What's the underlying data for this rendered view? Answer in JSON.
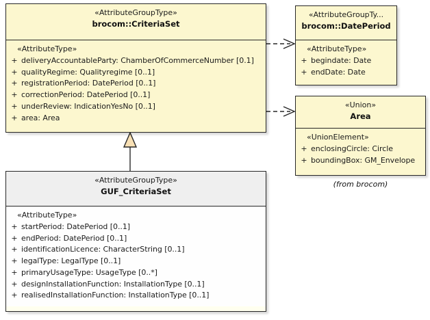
{
  "diagram": {
    "type": "uml-class-diagram",
    "background": "#ffffff",
    "colors": {
      "class_fill_yellow": "#fcf7cf",
      "class_fill_gray_header": "#efefef",
      "class_fill_white_body": "#fefefe",
      "border": "#262626",
      "generalization_triangle_fill": "#f8e0b4",
      "text": "#1a1a1a"
    }
  },
  "classes": {
    "criteria_set": {
      "stereotype": "«AttributeGroupType»",
      "name": "brocom::CriteriaSet",
      "compartment_stereotype": "«AttributeType»",
      "attributes": [
        {
          "visibility": "+",
          "text": "deliveryAccountableParty: ChamberOfCommerceNumber [0.1]"
        },
        {
          "visibility": "+",
          "text": "qualityRegime: Qualityregime [0..1]"
        },
        {
          "visibility": "+",
          "text": "registrationPeriod: DatePeriod [0..1]"
        },
        {
          "visibility": "+",
          "text": "correctionPeriod: DatePeriod [0..1]"
        },
        {
          "visibility": "+",
          "text": "underReview: IndicationYesNo [0..1]"
        },
        {
          "visibility": "+",
          "text": "area: Area"
        }
      ]
    },
    "date_period": {
      "stereotype": "«AttributeGroupTy...",
      "name": "brocom::DatePeriod",
      "compartment_stereotype": "«AttributeType»",
      "attributes": [
        {
          "visibility": "+",
          "text": "begindate: Date"
        },
        {
          "visibility": "+",
          "text": "endDate: Date"
        }
      ]
    },
    "area": {
      "stereotype": "«Union»",
      "name": "Area",
      "compartment_stereotype": "«UnionElement»",
      "attributes": [
        {
          "visibility": "+",
          "text": "enclosingCircle: Circle"
        },
        {
          "visibility": "+",
          "text": "boundingBox: GM_Envelope"
        }
      ],
      "caption": "(from brocom)"
    },
    "guf_criteria_set": {
      "stereotype": "«AttributeGroupType»",
      "name": "GUF_CriteriaSet",
      "compartment_stereotype": "«AttributeType»",
      "attributes": [
        {
          "visibility": "+",
          "text": "startPeriod: DatePeriod [0..1]"
        },
        {
          "visibility": "+",
          "text": "endPeriod: DatePeriod [0..1]"
        },
        {
          "visibility": "+",
          "text": "identificationLicence: CharacterString [0..1]"
        },
        {
          "visibility": "+",
          "text": "legalType: LegalType [0..1]"
        },
        {
          "visibility": "+",
          "text": "primaryUsageType: UsageType [0..*]"
        },
        {
          "visibility": "+",
          "text": "designInstallationFunction: InstallationType [0..1]"
        },
        {
          "visibility": "+",
          "text": "realisedInstallationFunction: InstallationType [0..1]"
        }
      ]
    }
  },
  "relationships": [
    {
      "kind": "generalization",
      "source": "guf_criteria_set",
      "target": "criteria_set",
      "style": "solid-line-hollow-triangle"
    },
    {
      "kind": "dependency",
      "source": "criteria_set",
      "target": "date_period",
      "style": "dashed-line-open-arrow"
    },
    {
      "kind": "dependency",
      "source": "criteria_set",
      "target": "area",
      "style": "dashed-line-open-arrow"
    }
  ]
}
